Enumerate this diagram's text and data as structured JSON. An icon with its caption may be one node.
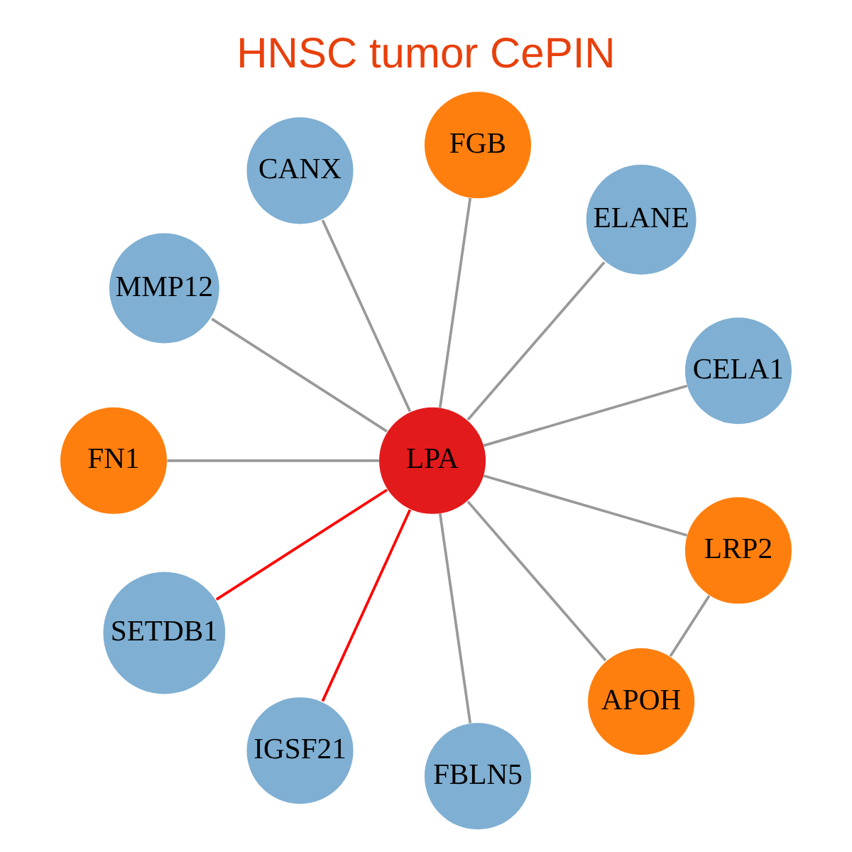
{
  "diagram": {
    "title": "HNSC tumor CePIN",
    "nodes": [
      {
        "text": [
          "CELA1"
        ]
      },
      {
        "text": [
          "ELANE"
        ]
      },
      {
        "text": [
          "FGB"
        ]
      },
      {
        "text": [
          "CANX"
        ]
      },
      {
        "text": [
          "MMP12"
        ]
      },
      {
        "text": [
          "FN1"
        ]
      },
      {
        "text": [
          "LPA"
        ]
      },
      {
        "text": [
          "SETDB1"
        ]
      },
      {
        "text": [
          "IGSF21"
        ]
      },
      {
        "text": [
          "FBLN5"
        ]
      },
      {
        "text": [
          "APOH"
        ]
      },
      {
        "text": [
          "LRP2"
        ]
      }
    ],
    "edges": [
      {
        "from": 6,
        "to": 0,
        "arrow": "none"
      },
      {
        "from": 6,
        "to": 1,
        "arrow": "none"
      },
      {
        "from": 6,
        "to": 2,
        "arrow": "none"
      },
      {
        "from": 6,
        "to": 3,
        "arrow": "none"
      },
      {
        "from": 6,
        "to": 4,
        "arrow": "none"
      },
      {
        "from": 6,
        "to": 5,
        "arrow": "none"
      },
      {
        "from": 6,
        "to": 7,
        "arrow": "none",
        "color": "#ff0000"
      },
      {
        "from": 6,
        "to": 8,
        "arrow": "none",
        "color": "#ff0000"
      },
      {
        "from": 6,
        "to": 9,
        "arrow": "none"
      },
      {
        "from": 6,
        "to": 10,
        "arrow": "none"
      },
      {
        "from": 6,
        "to": 11,
        "arrow": "none"
      },
      {
        "from": 10,
        "to": 11,
        "arrow": "none"
      }
    ]
  }
}
